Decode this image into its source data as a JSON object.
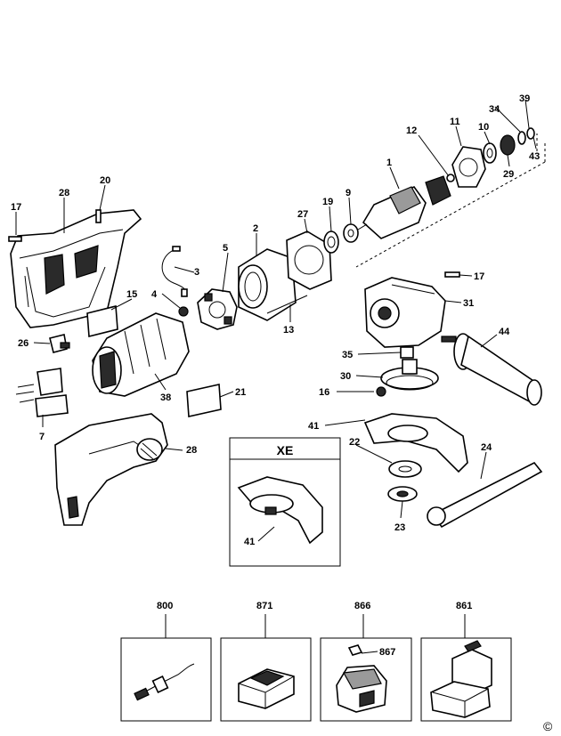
{
  "callouts": [
    "1",
    "2",
    "3",
    "4",
    "5",
    "7",
    "9",
    "10",
    "11",
    "12",
    "13",
    "15",
    "16",
    "17",
    "17",
    "19",
    "20",
    "21",
    "22",
    "23",
    "24",
    "26",
    "27",
    "28",
    "28",
    "29",
    "30",
    "31",
    "34",
    "35",
    "38",
    "39",
    "41",
    "41",
    "43",
    "44"
  ],
  "inset": {
    "title": "XE",
    "label": "41"
  },
  "accessories": [
    {
      "number": "800",
      "icon": "cable-icon"
    },
    {
      "number": "871",
      "icon": "charger-icon"
    },
    {
      "number": "866",
      "sub": "867",
      "icon": "battery-icon"
    },
    {
      "number": "861",
      "icon": "case-icon"
    }
  ],
  "copyright": "©"
}
